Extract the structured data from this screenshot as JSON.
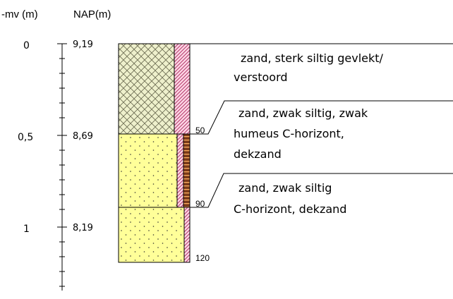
{
  "headers": {
    "depth": "-mv (m)",
    "nap": "NAP(m)"
  },
  "depth_ticks": [
    {
      "label": "0",
      "nap": "9,19"
    },
    {
      "label": "0,5",
      "nap": "8,69"
    },
    {
      "label": "1",
      "nap": "8,19"
    }
  ],
  "layers": [
    {
      "bottom_label": "50",
      "lines": [
        "zand, sterk siltig gevlekt/",
        "verstoord"
      ]
    },
    {
      "bottom_label": "90",
      "lines": [
        "zand, zwak siltig, zwak",
        "humeus C-horizont,",
        "dekzand"
      ]
    },
    {
      "bottom_label": "120",
      "lines": [
        "zand, zwak siltig",
        "C-horizont, dekzand"
      ]
    }
  ],
  "colors": {
    "sand": "#ffff99",
    "hatch_side": "#cc3366",
    "brown": "#7a3a1a",
    "line": "#000000"
  }
}
